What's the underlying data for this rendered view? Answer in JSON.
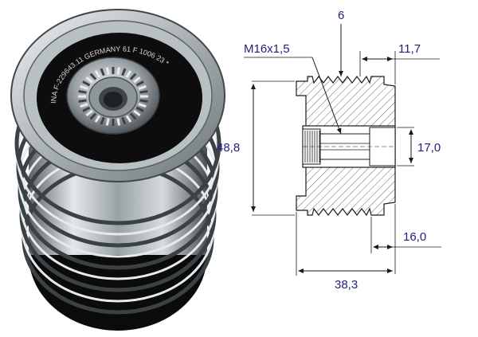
{
  "figure": {
    "photo_marking": "INA F-229643.11 GERMANY 61 F 1006 23 *",
    "labels": {
      "thread": "M16x1,5",
      "groove_count": "6",
      "offset": "11,7",
      "outer_diameter": "48,8",
      "bore_diameter": "17,0",
      "width_small": "16,0",
      "total_length": "38,3"
    }
  },
  "colors": {
    "dimension_text": "#1f1f7a",
    "line": "#1a1a1a",
    "hatch": "#6a6a6a",
    "metal_light": "#d8dde0",
    "metal_dark": "#3d4448",
    "seal": "#0d0d0d"
  }
}
